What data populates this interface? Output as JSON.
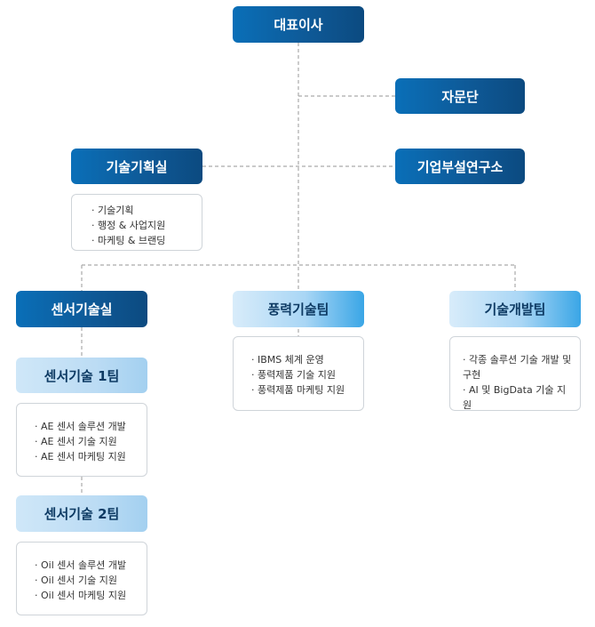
{
  "org": {
    "ceo": "대표이사",
    "advisory": "자문단",
    "research": "기업부설연구소",
    "tech_planning": {
      "title": "기술기획실",
      "items": [
        "기술기획",
        "행정 & 사업지원",
        "마케팅 & 브랜딩"
      ]
    },
    "sensor_office": {
      "title": "센서기술실"
    },
    "sensor_team1": {
      "title": "센서기술 1팀",
      "items": [
        "AE 센서 솔루션 개발",
        "AE 센서 기술 지원",
        "AE 센서 마케팅 지원"
      ]
    },
    "sensor_team2": {
      "title": "센서기술 2팀",
      "items": [
        "Oil 센서 솔루션 개발",
        "Oil 센서 기술 지원",
        "Oil 센서 마케팅 지원"
      ]
    },
    "wind_team": {
      "title": "풍력기술팀",
      "items": [
        "IBMS 체계 운영",
        "풍력제품 기술 지원",
        "풍력제품 마케팅 지원"
      ]
    },
    "dev_team": {
      "title": "기술개발팀",
      "items": [
        "각종 솔루션 기술 개발 및 구현",
        "AI 및 BigData 기술 지원"
      ]
    }
  },
  "colors": {
    "dark_node": "#0e5a98",
    "light_node": "#a9d6f5",
    "connector": "#aaaaaa"
  }
}
